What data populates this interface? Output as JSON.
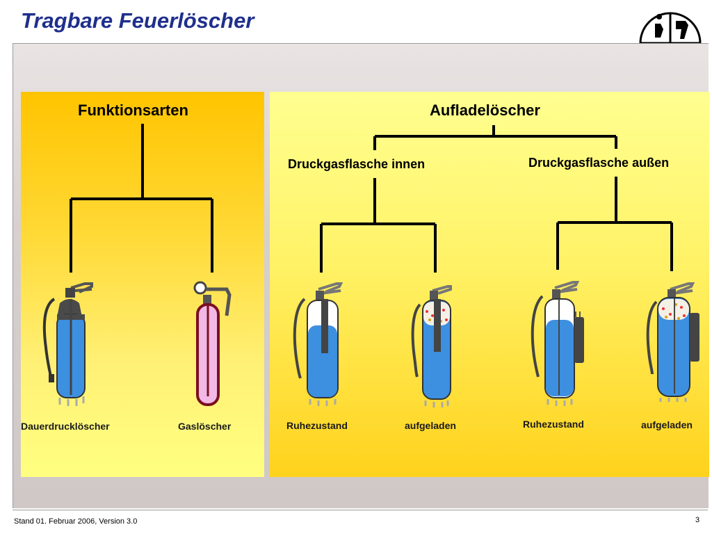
{
  "title": "Tragbare Feuerlöscher",
  "logo": "fire-service-emblem",
  "left": {
    "heading": "Funktionsarten",
    "items": [
      {
        "label": "Dauerdrucklöscher",
        "icon": "extinguisher-permanent-pressure"
      },
      {
        "label": "Gaslöscher",
        "icon": "extinguisher-gas"
      }
    ]
  },
  "right": {
    "heading": "Aufladelöscher",
    "groups": [
      {
        "label": "Druckgasflasche innen",
        "items": [
          {
            "label": "Ruhezustand",
            "icon": "extinguisher-internal-resting"
          },
          {
            "label": "aufgeladen",
            "icon": "extinguisher-internal-charged"
          }
        ]
      },
      {
        "label": "Druckgasflasche außen",
        "items": [
          {
            "label": "Ruhezustand",
            "icon": "extinguisher-external-resting"
          },
          {
            "label": "aufgeladen",
            "icon": "extinguisher-external-charged"
          }
        ]
      }
    ]
  },
  "footer": {
    "status": "Stand 01. Februar 2006, Version 3.0",
    "page": "3"
  },
  "colors": {
    "title": "#1f2f8c",
    "liquid": "#3d8fe0",
    "gas_body": "#f2b8e6",
    "tree_line": "#000000"
  }
}
